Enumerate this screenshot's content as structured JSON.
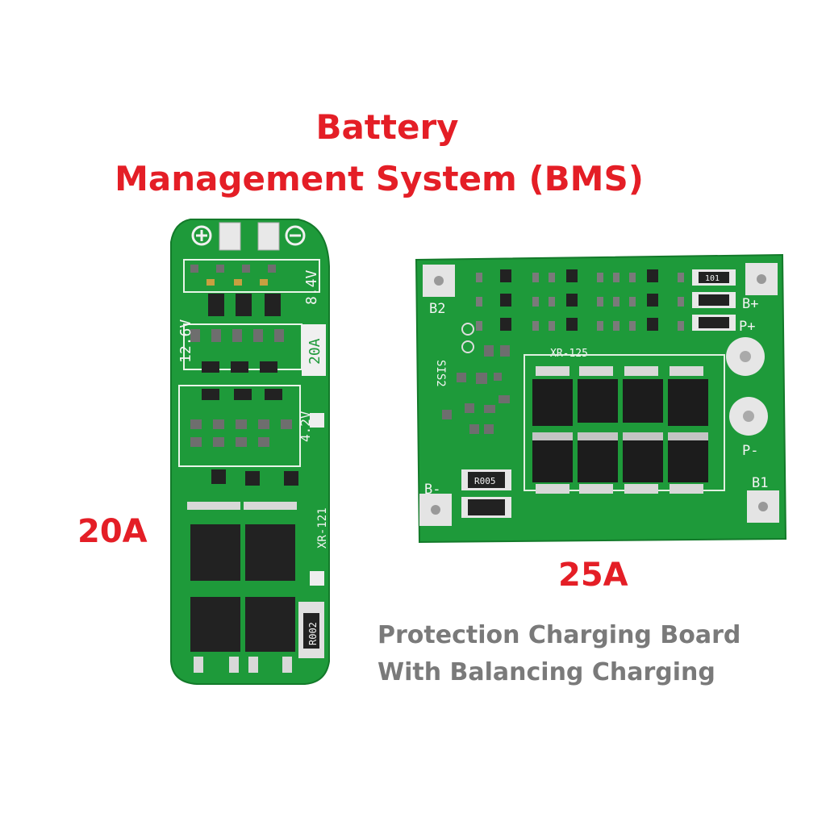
{
  "title_line1": "Battery",
  "title_line2": "Management System (BMS)",
  "label_small_board": "20A",
  "label_large_board": "25A",
  "caption_line1": "Protection Charging Board",
  "caption_line2": "With Balancing Charging",
  "board_small": {
    "silk_voltage_top": "12.6V",
    "silk_voltage_right": "8.4V",
    "silk_current": "20A",
    "silk_voltage_low": "4.2V",
    "silk_model": "XR-121",
    "silk_resistor": "R002"
  },
  "board_large": {
    "silk_b2": "B2",
    "silk_bplus": "B+",
    "silk_pplus": "P+",
    "silk_pminus": "P-",
    "silk_bminus": "B-",
    "silk_b1": "B1",
    "silk_model": "XR-125",
    "silk_sis2": "SIS2",
    "silk_resistor": "R005",
    "silk_code": "101"
  },
  "colors": {
    "title": "#e41e26",
    "caption": "#7a7a7a",
    "pcb": "#1f9a3a",
    "pcb_dark": "#16802e"
  }
}
